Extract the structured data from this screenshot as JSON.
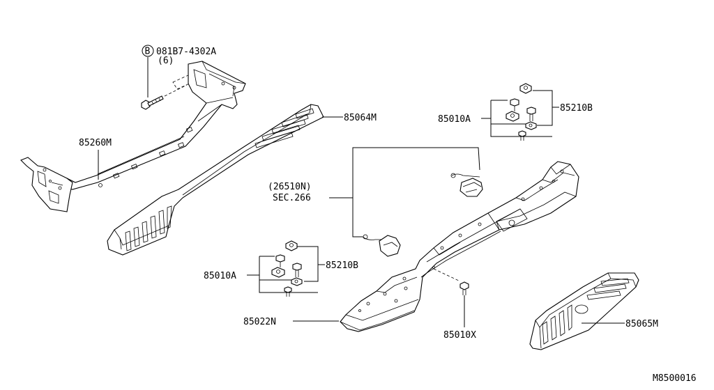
{
  "labels": {
    "bolt_code": "081B7-4302A",
    "bolt_code_symbol": "B",
    "bolt_qty": "(6)",
    "bracket": "85260M",
    "step_pad_upper": "85064M",
    "clip_upper": "85010A",
    "retainer_upper": "85210B",
    "harness_ref": "(26510N)",
    "sec_ref": "SEC.266",
    "clip_lower": "85010A",
    "retainer_lower": "85210B",
    "bumper": "85022N",
    "screw": "85010X",
    "step_pad_lower": "85065M",
    "diagram_code": "M8500016"
  }
}
